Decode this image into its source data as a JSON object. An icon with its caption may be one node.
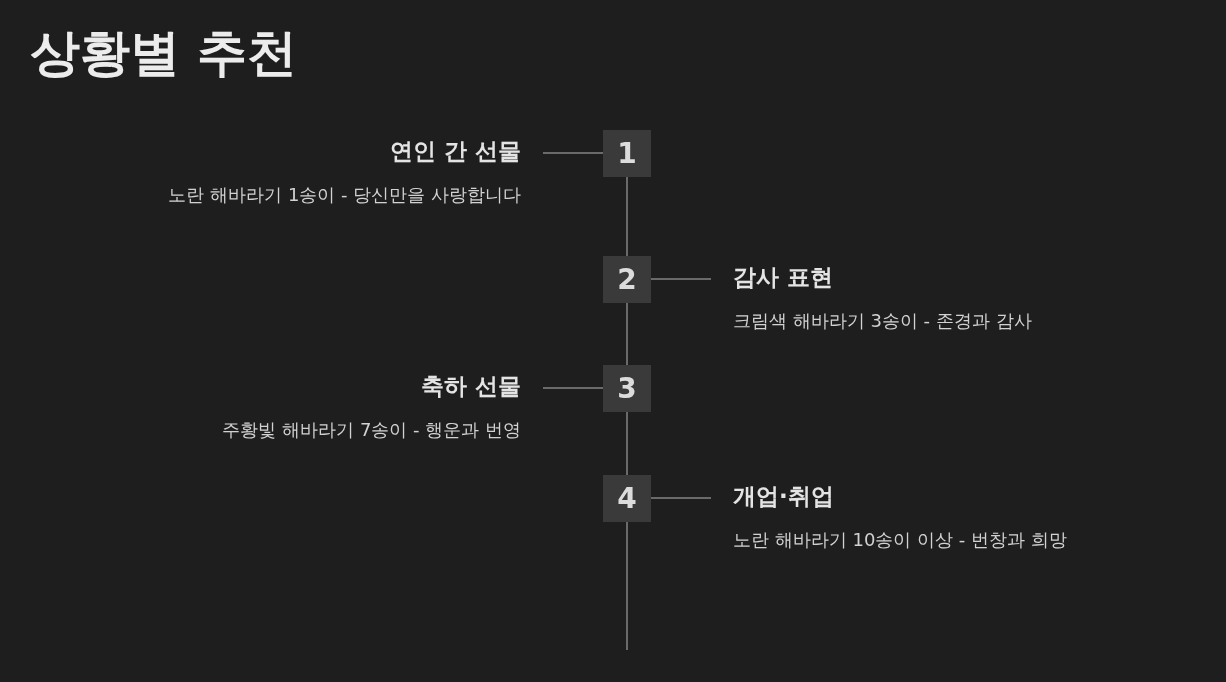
{
  "diagram": {
    "title": "상황별 추천",
    "nodes": [
      {
        "text": [
          "1"
        ]
      },
      {
        "text": [
          "연인 간 선물",
          "노란 해바라기 1송이 - 당신만을 사랑합니다"
        ]
      },
      {
        "text": [
          "2"
        ]
      },
      {
        "text": [
          "감사 표현",
          "크림색 해바라기 3송이 - 존경과 감사"
        ]
      },
      {
        "text": [
          "3"
        ]
      },
      {
        "text": [
          "축하 선물",
          "주황빛 해바라기 7송이 - 행운과 번영"
        ]
      },
      {
        "text": [
          "4"
        ]
      },
      {
        "text": [
          "개업·취업",
          "노란 해바라기 10송이 이상 - 번창과 희망"
        ]
      }
    ],
    "edges": [
      {
        "from": 0,
        "to": 1,
        "arrow": "none"
      },
      {
        "from": 2,
        "to": 3,
        "arrow": "none"
      },
      {
        "from": 4,
        "to": 5,
        "arrow": "none"
      },
      {
        "from": 6,
        "to": 7,
        "arrow": "none"
      },
      {
        "from": 0,
        "to": 2,
        "arrow": "none"
      },
      {
        "from": 2,
        "to": 4,
        "arrow": "none"
      },
      {
        "from": 4,
        "to": 6,
        "arrow": "none"
      },
      {
        "from": 6,
        "to": null,
        "arrow": "none"
      }
    ]
  }
}
